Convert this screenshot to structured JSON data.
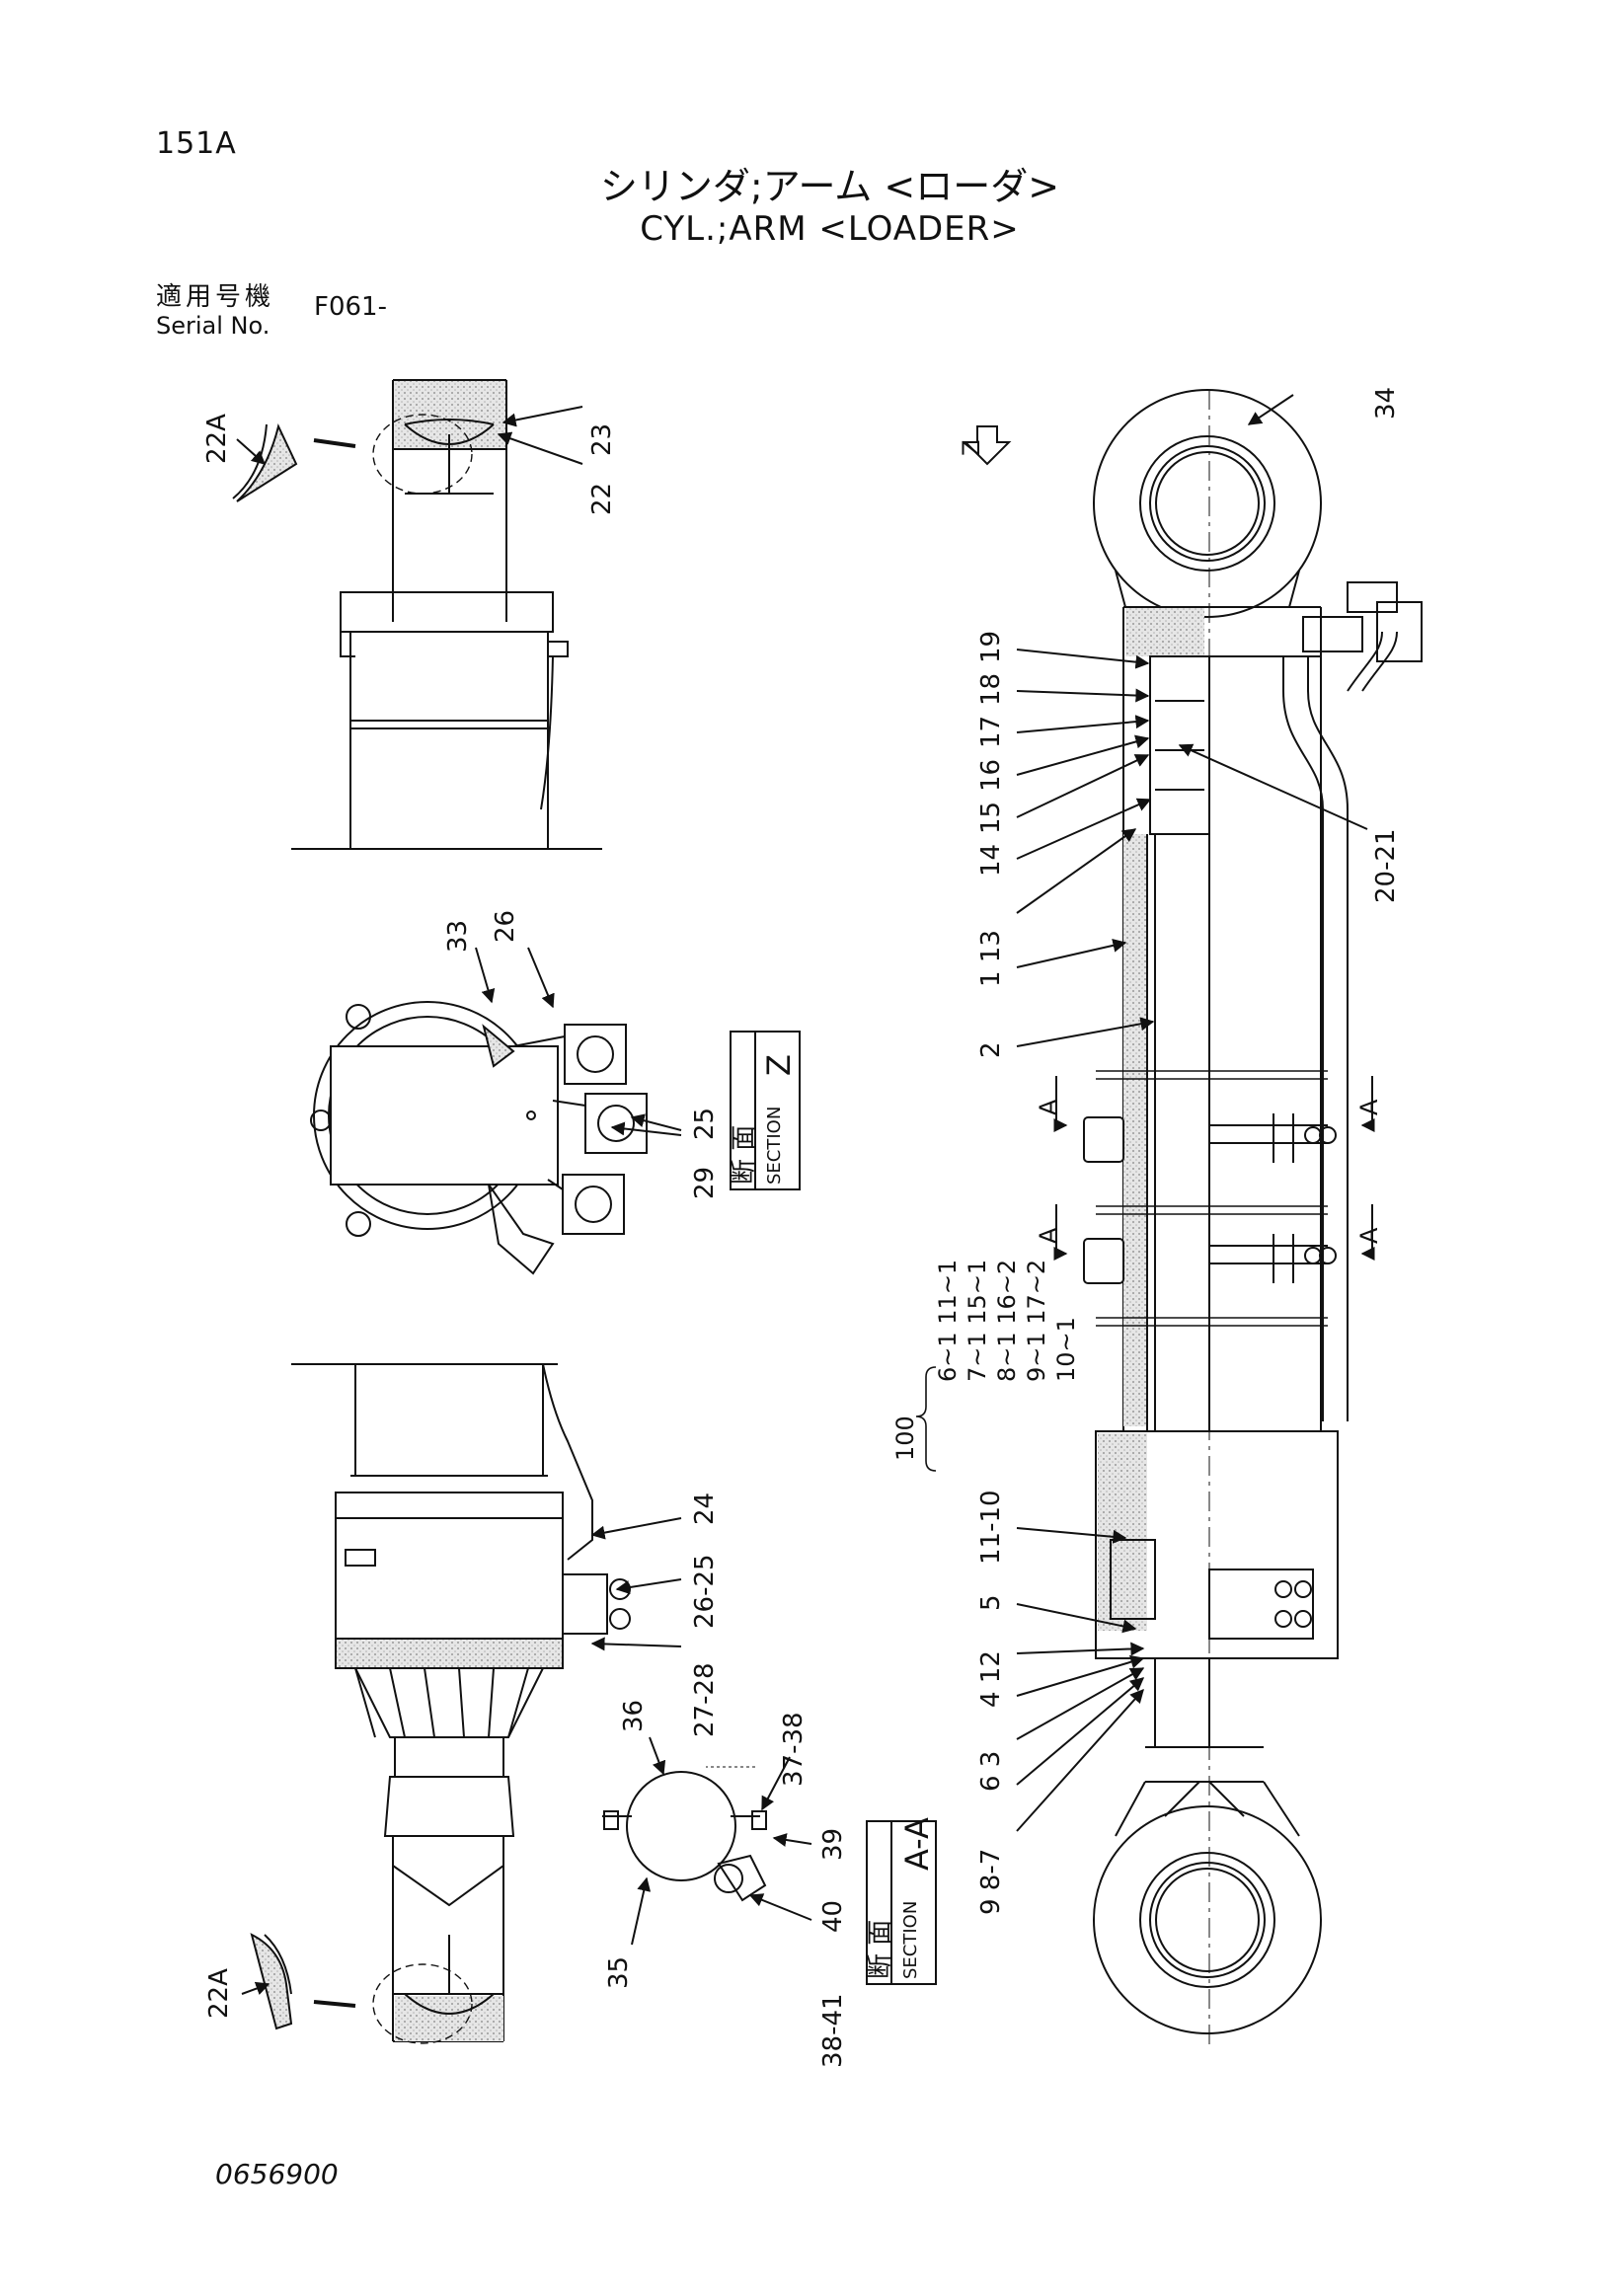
{
  "page_number": "151A",
  "title_jp": "シリンダ;アーム <ローダ>",
  "title_en": "CYL.;ARM <LOADER>",
  "serial": {
    "label_jp": "適用号機",
    "label_en": "Serial No.",
    "value": "F061-"
  },
  "document_number": "0656900",
  "section_z": {
    "label_jp": "断 面",
    "label_en": "SECTION",
    "letter": "Z"
  },
  "section_aa": {
    "label_jp": "断 面",
    "label_en": "SECTION",
    "letter": "A-A"
  },
  "view_z_marker": "Z",
  "section_marker": "A",
  "callouts": {
    "c34": "34",
    "c19": "19",
    "c18": "18",
    "c17": "17",
    "c16": "16",
    "c15": "15",
    "c14": "14",
    "c113": "1 13",
    "c2": "2",
    "c2021": "20-21",
    "c23": "23",
    "c22": "22",
    "c22a_top": "22A",
    "c33": "33",
    "c26": "26",
    "c25": "25",
    "c29": "29",
    "c24": "24",
    "c2625": "26-25",
    "c2728": "27-28",
    "c1110": "11-10",
    "c5": "5",
    "c412": "4 12",
    "c63": "6 3",
    "c987": "9 8-7",
    "c36": "36",
    "c3738": "37-38",
    "c39": "39",
    "c40": "40",
    "c35": "35",
    "c3841": "38-41",
    "c22a_bottom": "22A"
  },
  "kit": {
    "number": "100",
    "rows": [
      "6~1  11~1",
      "7~1  15~1",
      "8~1  16~2",
      "9~1  17~2",
      "10~1"
    ]
  }
}
